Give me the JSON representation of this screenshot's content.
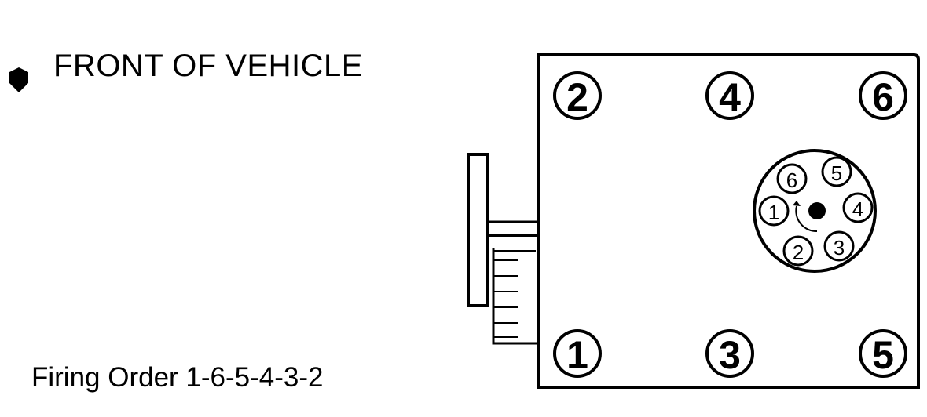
{
  "front_label": "FRONT OF VEHICLE",
  "firing_order": "Firing Order 1-6-5-4-3-2",
  "cylinders": {
    "top_row": [
      "2",
      "4",
      "6"
    ],
    "bottom_row": [
      "1",
      "3",
      "5"
    ]
  },
  "distributor_terminals": [
    "6",
    "5",
    "1",
    "4",
    "2",
    "3"
  ]
}
